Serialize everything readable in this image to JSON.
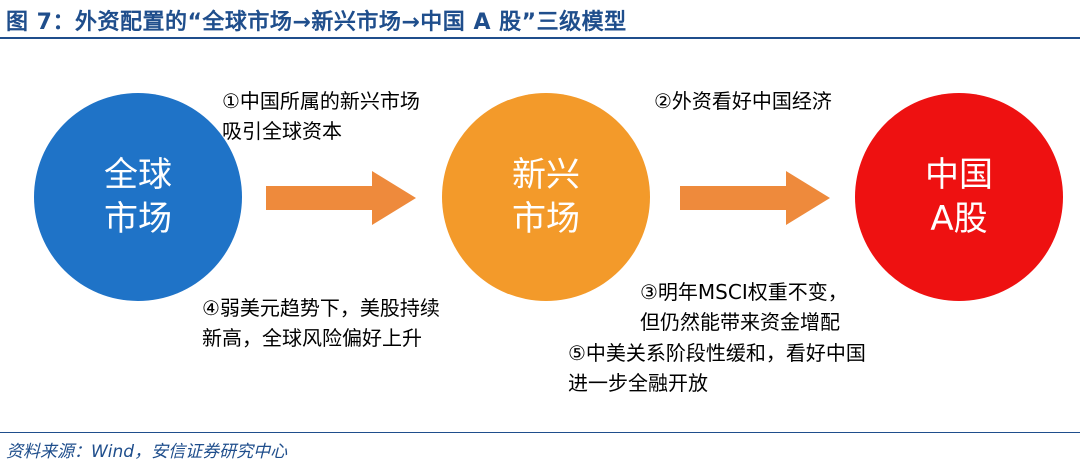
{
  "header": {
    "title": "图 7：外资配置的“全球市场→新兴市场→中国 A 股”三级模型"
  },
  "nodes": [
    {
      "line1": "全球",
      "line2": "市场",
      "color": "#1f73c7"
    },
    {
      "line1": "新兴",
      "line2": "市场",
      "color": "#f39a2a"
    },
    {
      "line1": "中国",
      "line2": "A股",
      "color": "#ee1111"
    }
  ],
  "arrows": {
    "color": "#ee8a3c"
  },
  "notes": [
    {
      "line1": "①中国所属的新兴市场",
      "line2": "吸引全球资本"
    },
    {
      "line1": "②外资看好中国经济",
      "line2": ""
    },
    {
      "line1": "③明年MSCI权重不变，",
      "line2": "但仍然能带来资金增配"
    },
    {
      "line1": "④弱美元趋势下，美股持续",
      "line2": "新高，全球风险偏好上升"
    },
    {
      "line1": "⑤中美关系阶段性缓和，看好中国",
      "line2": "进一步全融开放"
    }
  ],
  "footer": {
    "source": "资料来源：Wind，安信证券研究中心"
  }
}
